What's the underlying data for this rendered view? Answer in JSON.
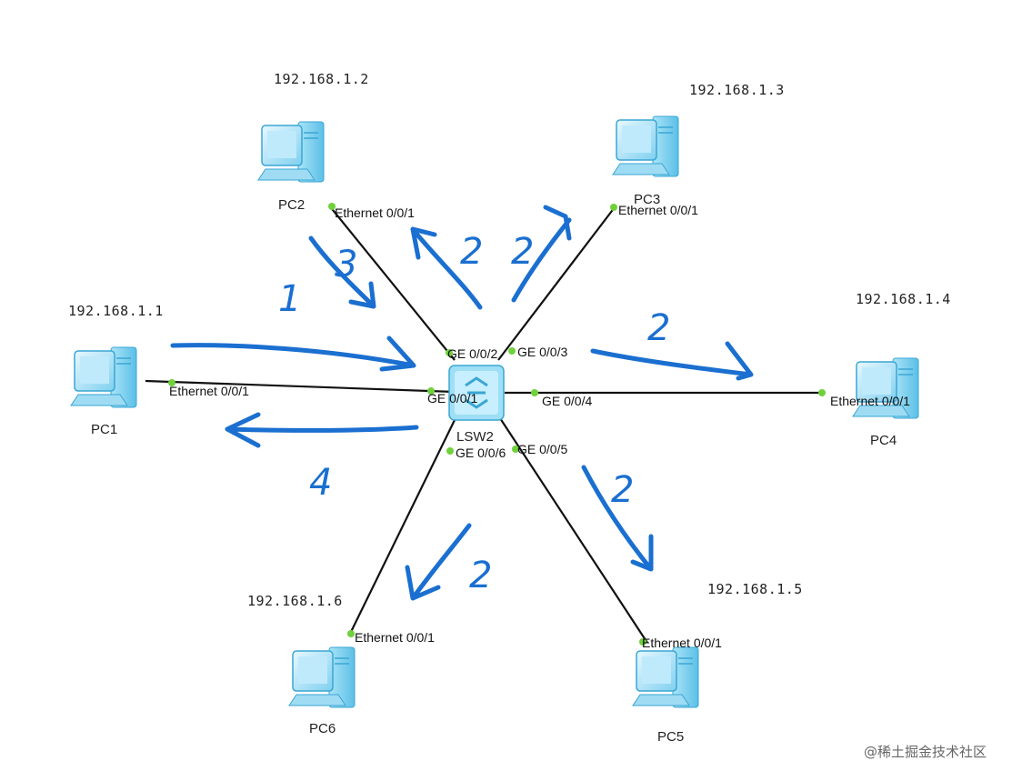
{
  "switch": {
    "name": "LSW2"
  },
  "pcs": [
    {
      "id": "pc1",
      "name": "PC1",
      "ip": "192.168.1.1",
      "port": "Ethernet 0/0/1",
      "switch_port": "GE 0/0/1"
    },
    {
      "id": "pc2",
      "name": "PC2",
      "ip": "192.168.1.2",
      "port": "Ethernet 0/0/1",
      "switch_port": "GE 0/0/2"
    },
    {
      "id": "pc3",
      "name": "PC3",
      "ip": "192.168.1.3",
      "port": "Ethernet 0/0/1",
      "switch_port": "GE 0/0/3"
    },
    {
      "id": "pc4",
      "name": "PC4",
      "ip": "192.168.1.4",
      "port": "Ethernet 0/0/1",
      "switch_port": "GE 0/0/4"
    },
    {
      "id": "pc5",
      "name": "PC5",
      "ip": "192.168.1.5",
      "port": "Ethernet 0/0/1",
      "switch_port": "GE 0/0/5"
    },
    {
      "id": "pc6",
      "name": "PC6",
      "ip": "192.168.1.6",
      "port": "Ethernet 0/0/1",
      "switch_port": "GE 0/0/6"
    }
  ],
  "annotations": {
    "step_pc1_in": "1",
    "step_pc2_in": "3",
    "step_pc2_out": "2",
    "step_pc3_out": "2",
    "step_pc4_out": "2",
    "step_pc5_out": "2",
    "step_pc6_out": "2",
    "step_pc1_out": "4"
  },
  "colors": {
    "annotation": "#1a6fd0",
    "link": "#111111",
    "port_dot": "#6fd13b",
    "device": "#7fd3f2"
  },
  "watermark": "@稀土掘金技术社区"
}
